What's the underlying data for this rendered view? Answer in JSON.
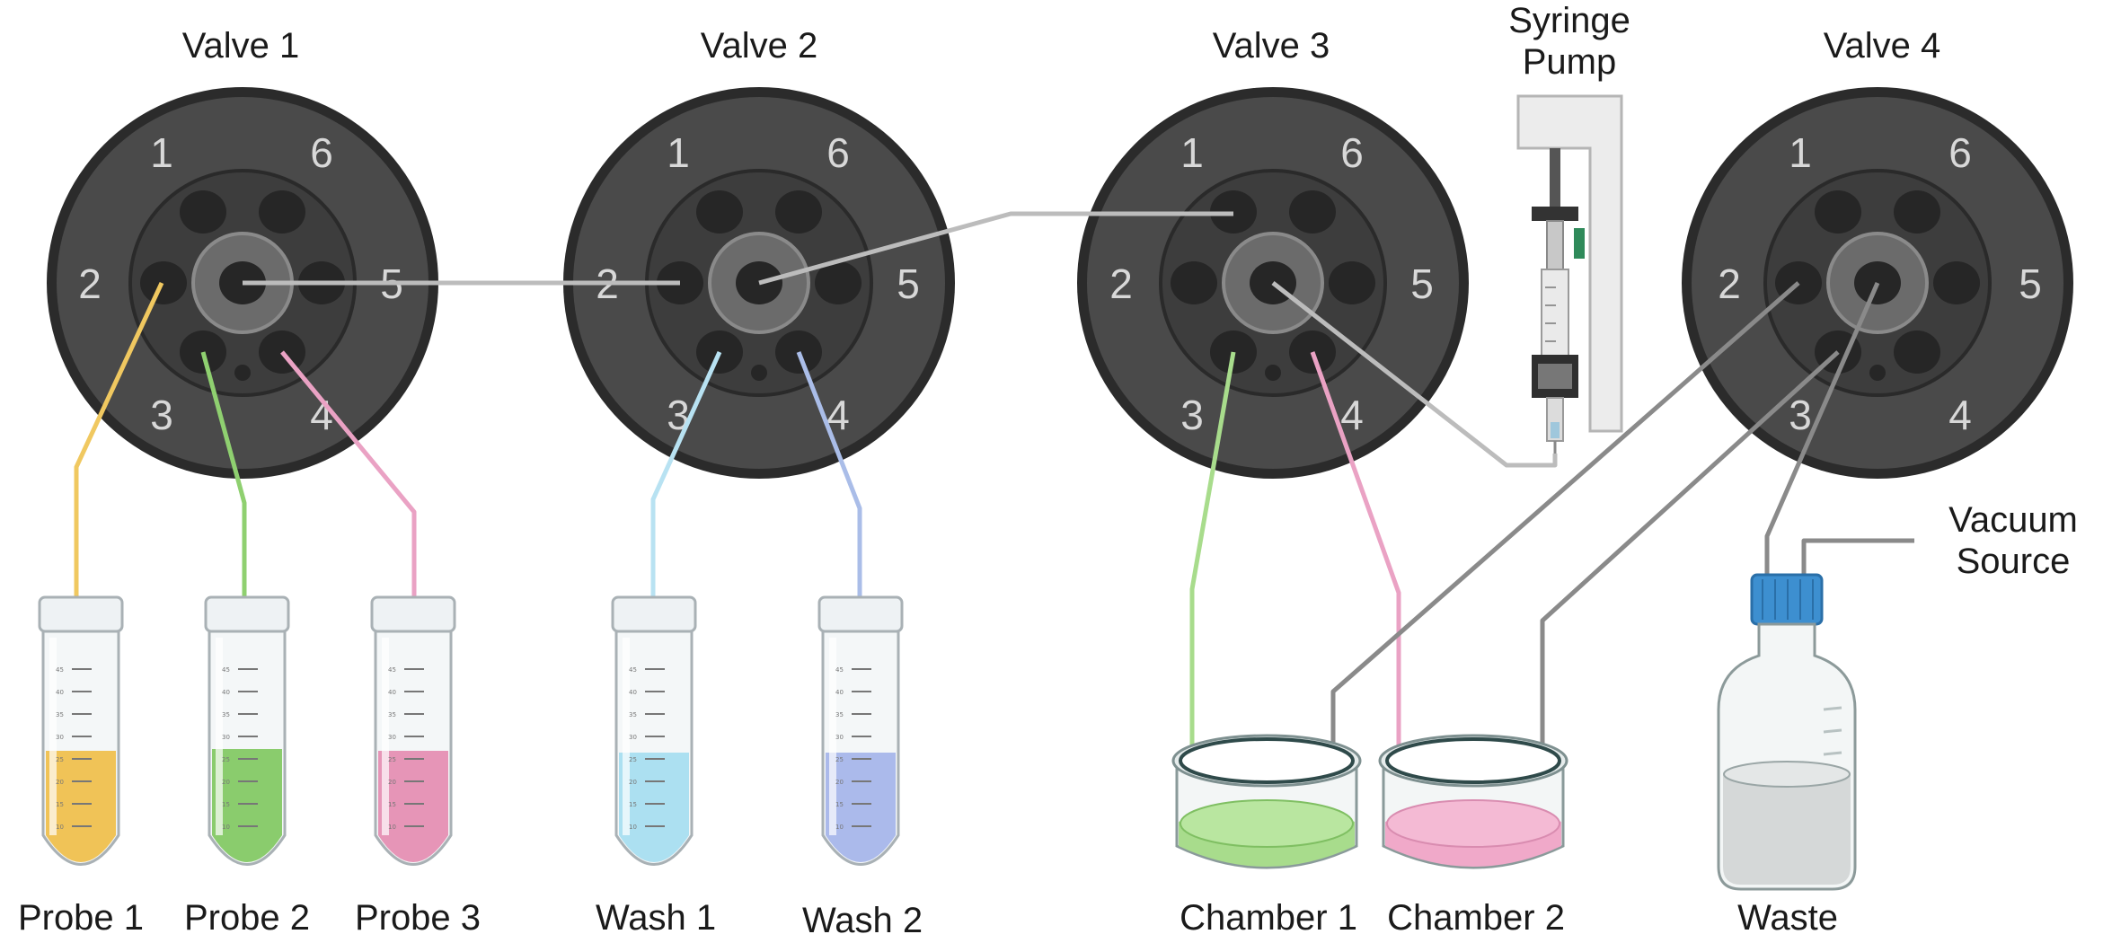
{
  "valves": [
    {
      "title": "Valve 1",
      "ports": [
        "1",
        "2",
        "3",
        "4",
        "5",
        "6"
      ]
    },
    {
      "title": "Valve 2",
      "ports": [
        "1",
        "2",
        "3",
        "4",
        "5",
        "6"
      ]
    },
    {
      "title": "Valve 3",
      "ports": [
        "1",
        "2",
        "3",
        "4",
        "5",
        "6"
      ]
    },
    {
      "title": "Valve 4",
      "ports": [
        "1",
        "2",
        "3",
        "4",
        "5",
        "6"
      ]
    }
  ],
  "pump": {
    "line1": "Syringe",
    "line2": "Pump"
  },
  "vacuum": {
    "line1": "Vacuum",
    "line2": "Source"
  },
  "tubes": [
    {
      "label": "Probe 1",
      "liquid_color": "#efc04e",
      "tubing_color": "#f0c860"
    },
    {
      "label": "Probe 2",
      "liquid_color": "#84c965",
      "tubing_color": "#8fd070"
    },
    {
      "label": "Probe 3",
      "liquid_color": "#e58fb3",
      "tubing_color": "#eaa2c4"
    },
    {
      "label": "Wash 1",
      "liquid_color": "#a8def0",
      "tubing_color": "#b8e2f2"
    },
    {
      "label": "Wash 2",
      "liquid_color": "#a6b6ea",
      "tubing_color": "#aabde8"
    }
  ],
  "chambers": [
    {
      "label": "Chamber 1",
      "liquid_color": "#a8dc8c"
    },
    {
      "label": "Chamber 2",
      "liquid_color": "#f0a9c9"
    }
  ],
  "waste": {
    "label": "Waste"
  },
  "tube_graduations": [
    "45",
    "40",
    "35",
    "30",
    "25",
    "20",
    "15",
    "10"
  ],
  "colors": {
    "valve_outer": "#2b2b2b",
    "valve_face": "#4a4a4a",
    "port_hole": "#262626",
    "common_tubing": "#bcbcbc",
    "waste_tubing": "#8a8a8a"
  }
}
